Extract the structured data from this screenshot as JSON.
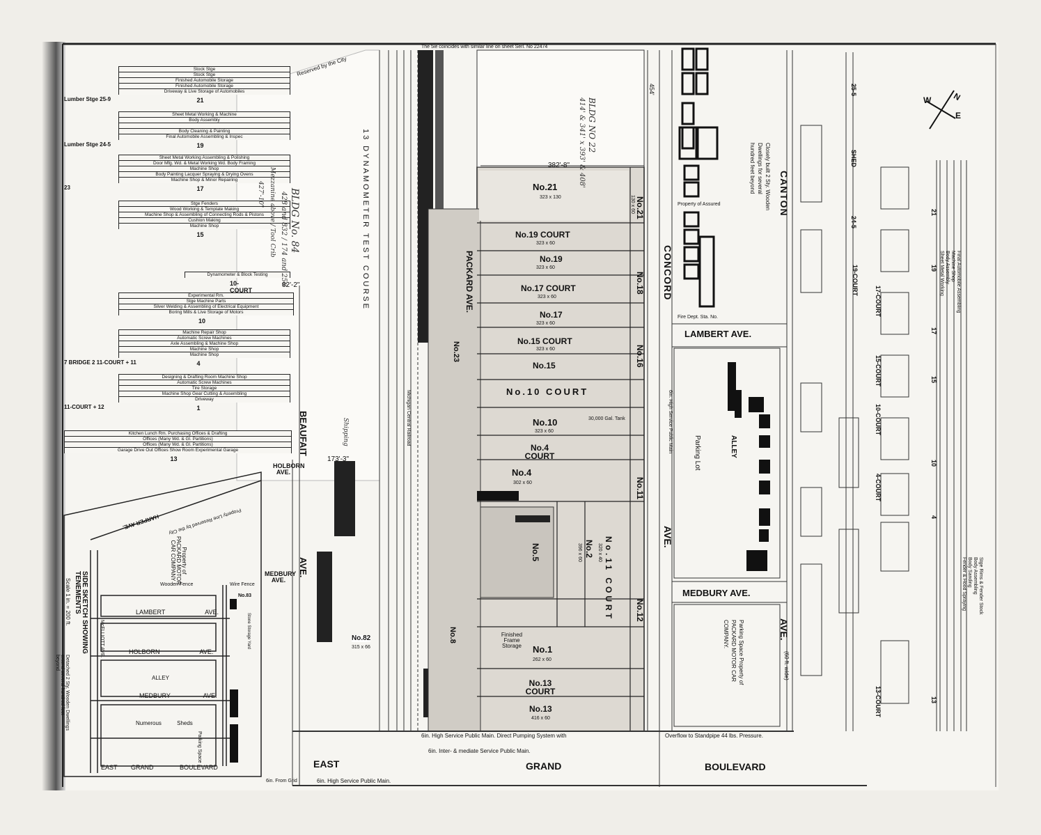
{
  "top_note": "The 5ie coincides with similar line on sheet Serl. No 22474",
  "elevations": [
    {
      "id": "21",
      "rows": [
        "Stock Stge",
        "Stock Stge",
        "Finished Automobile Storage",
        "Finished Automobile Storage",
        "Driveway & Live Storage of Automobiles"
      ],
      "side": "Lumber Stge  25-9"
    },
    {
      "id": "19",
      "rows": [
        "Sheet Metal Working & Machine",
        "Body Assembly",
        "",
        "Body Cleaning & Painting",
        "Final Automobile Assembling & Inspec"
      ],
      "side": "Lumber Stge  24-5"
    },
    {
      "id": "17",
      "rows": [
        "Sheet Metal Working Assembling & Polishing",
        "Door Mfg. Wd. & Metal Working Wd. Body Framing",
        "Machine Shop",
        "Body Painting Lacquer Spraying & Drying Ovens",
        "Machine Shop & Minor Repairing"
      ],
      "side": "23"
    },
    {
      "id": "15",
      "rows": [
        "Stge Fenders",
        "Wood Working & Template Making",
        "Machine Shop & Assembling of Connecting Rods & Pistons",
        "Cushion Making",
        "Machine Shop"
      ],
      "side": ""
    },
    {
      "id": "10-COURT",
      "rows": [
        "Dynamometer & Block Testing"
      ],
      "side": ""
    },
    {
      "id": "10",
      "rows": [
        "Experimental Rm.",
        "Stge Machine Parts",
        "Silver Welding & Assembling of Electrical Equipment",
        "Boring Mills & Live Storage of Motors"
      ],
      "side": ""
    },
    {
      "id": "4",
      "rows": [
        "Machine Repair Shop",
        "Automatic Screw Machines",
        "Axle Assembling & Machine Shop",
        "Machine Shop",
        "Machine Shop"
      ],
      "side": "7   BRIDGE   2   11-COURT + 11"
    },
    {
      "id": "1",
      "rows": [
        "Designing & Drafting Room     Machine Shop",
        "Automatic Screw Machines",
        "Tire Storage",
        "Machine Shop Gear Cutting & Assembling",
        "Driveway"
      ],
      "side": "11-COURT + 12"
    },
    {
      "id": "13",
      "rows": [
        "Kitchen    Lunch Rm.    Purchasing    Offices & Drafting",
        "Offices (Many Wd. & Gl. Partitions)",
        "Offices (Many Wd. & Gl. Partitions)",
        "Garage   Drive Out   Offices   Show Room   Experimental Garage"
      ],
      "side": ""
    }
  ],
  "overlay": {
    "test_course": "13 DYNAMOMETER TEST COURSE",
    "bldg84": "BLDG No. 84",
    "bldg84_dims": "428 and 832 / 174 and 256",
    "mezzanine": "Mezzanine above / Tool Crib",
    "dim1": "427'-10\"",
    "dim2": "82'-2\"",
    "dim3": "173'-3\"",
    "shipping": "Shipping",
    "reserved": "Reserved by the City"
  },
  "plant": {
    "bldg22": "BLDG NO 22",
    "bldg22_dims": "414' & 341' x 393' & 408'",
    "dim_382": "382'-8\"",
    "dim_454": "454'",
    "packard_ave": "PACKARD AVE.",
    "buildings": [
      {
        "name": "No.21",
        "dims": "323 x 130"
      },
      {
        "name": "No.19 COURT",
        "dims": "323 x 60"
      },
      {
        "name": "No.19",
        "dims": "323 x 60"
      },
      {
        "name": "No.17 COURT",
        "dims": "323 x 60"
      },
      {
        "name": "No.17",
        "dims": "323 x 60"
      },
      {
        "name": "No.15 COURT",
        "dims": "323 x 60"
      },
      {
        "name": "No.15",
        "dims": ""
      },
      {
        "name": "No.10 COURT",
        "dims": ""
      },
      {
        "name": "No.10",
        "dims": "323 x 60"
      },
      {
        "name": "No.4 COURT",
        "dims": ""
      },
      {
        "name": "No.4",
        "dims": "302 x 60"
      },
      {
        "name": "No.5",
        "dims": ""
      },
      {
        "name": "No.2",
        "dims": "396 x 60"
      },
      {
        "name": "No.11 COURT",
        "dims": "320 x 40"
      },
      {
        "name": "No.1",
        "dims": "262 x 60"
      },
      {
        "name": "No.13 COURT",
        "dims": ""
      },
      {
        "name": "No.13",
        "dims": "416 x 60"
      },
      {
        "name": "No.11",
        "dims": ""
      },
      {
        "name": "No.12",
        "dims": ""
      },
      {
        "name": "No.16",
        "dims": ""
      },
      {
        "name": "No.18",
        "dims": ""
      },
      {
        "name": "No.21",
        "dims": "130 x 60"
      },
      {
        "name": "No.23",
        "dims": ""
      },
      {
        "name": "No.8",
        "dims": ""
      },
      {
        "name": "No.82",
        "dims": "315 x 66"
      }
    ],
    "frame_storage": "Finished Frame Storage",
    "tank": "30,000 Gal. Tank",
    "railroad": "Michigan Central Railroad"
  },
  "streets": {
    "concord": "CONCORD",
    "concord_ave": "AVE.",
    "lambert": "LAMBERT AVE.",
    "medbury": "MEDBURY AVE.",
    "canton": "CANTON",
    "canton_ave": "AVE.",
    "canton_width": "(60 ft. wide)",
    "beaufait": "BEAUFAIT",
    "beaufait_ave": "AVE.",
    "medbury_left": "MEDBURY AVE.",
    "holborn_left": "HOLBORN AVE.",
    "east": "EAST",
    "grand": "GRAND",
    "boulevard": "BOULEVARD",
    "alley": "ALLEY",
    "parking_lot": "Parking Lot",
    "parking_space": "Parking Space Property of PACKARD MOTOR CAR COMPANY.",
    "dwellings": "Closely built 2 Sty. Wooden Dwellings for several hundred feet beyond",
    "property_assured": "Property of Assured",
    "fire_dept": "Fire Dept. Sta. No.",
    "water_main_1": "6in. High Service  Public Main. Direct Pumping System with",
    "water_main_2": "Overflow to Standpipe 44 lbs. Pressure.",
    "water_main_3": "6in. Inter- & mediate Service Public Main.",
    "water_main_4": "6in. High Service Public Main.",
    "from_grid": "6in. From Grid",
    "high_service": "6in. High Service Public Main"
  },
  "right_strip": {
    "labels": [
      "25-5",
      "SHED",
      "24-5",
      "19-COURT",
      "17-COURT",
      "15-COURT",
      "10-COURT",
      "4-COURT",
      "13-COURT",
      "21",
      "19",
      "17",
      "15",
      "10",
      "4",
      "13"
    ],
    "rows": [
      "Sheet Metal Working",
      "Body Assembly",
      "Machine Shop",
      "Final Automobile Assembling",
      "Fender & Hood Spraying",
      "Body Sanding",
      "Body Assembling",
      "Stge Rims & Fender Stock"
    ]
  },
  "compass": {
    "n": "N",
    "e": "E",
    "w": "W"
  },
  "inset": {
    "title": "SIDE SKETCH SHOWING TENEMENTS",
    "scale": "Scale 1 in. = 200 ft.",
    "note": "Detached 2 Sty. Wooden Dwellings extend several hundred feet beyond",
    "property": "Property of PACKARD MOTOR CAR COMPANY",
    "harper": "HARPER AVE.",
    "reserved": "Property Line Reserved by the City",
    "wooden_fence": "Wooden Fence",
    "wire_fence": "Wire Fence",
    "lambert": "LAMBERT AVE.",
    "holborn": "HOLBORN AVE.",
    "medbury": "MEDBURY AVE.",
    "alley": "ALLEY",
    "numerous_sheds": "Numerous Sheds",
    "parking": "Parking Space",
    "mcelliott": "McELLIOTT AVE.",
    "east": "EAST",
    "grand": "GRAND",
    "boulevard": "BOULEVARD",
    "no83": "No.83",
    "stone": "Stone Storage Yard"
  }
}
